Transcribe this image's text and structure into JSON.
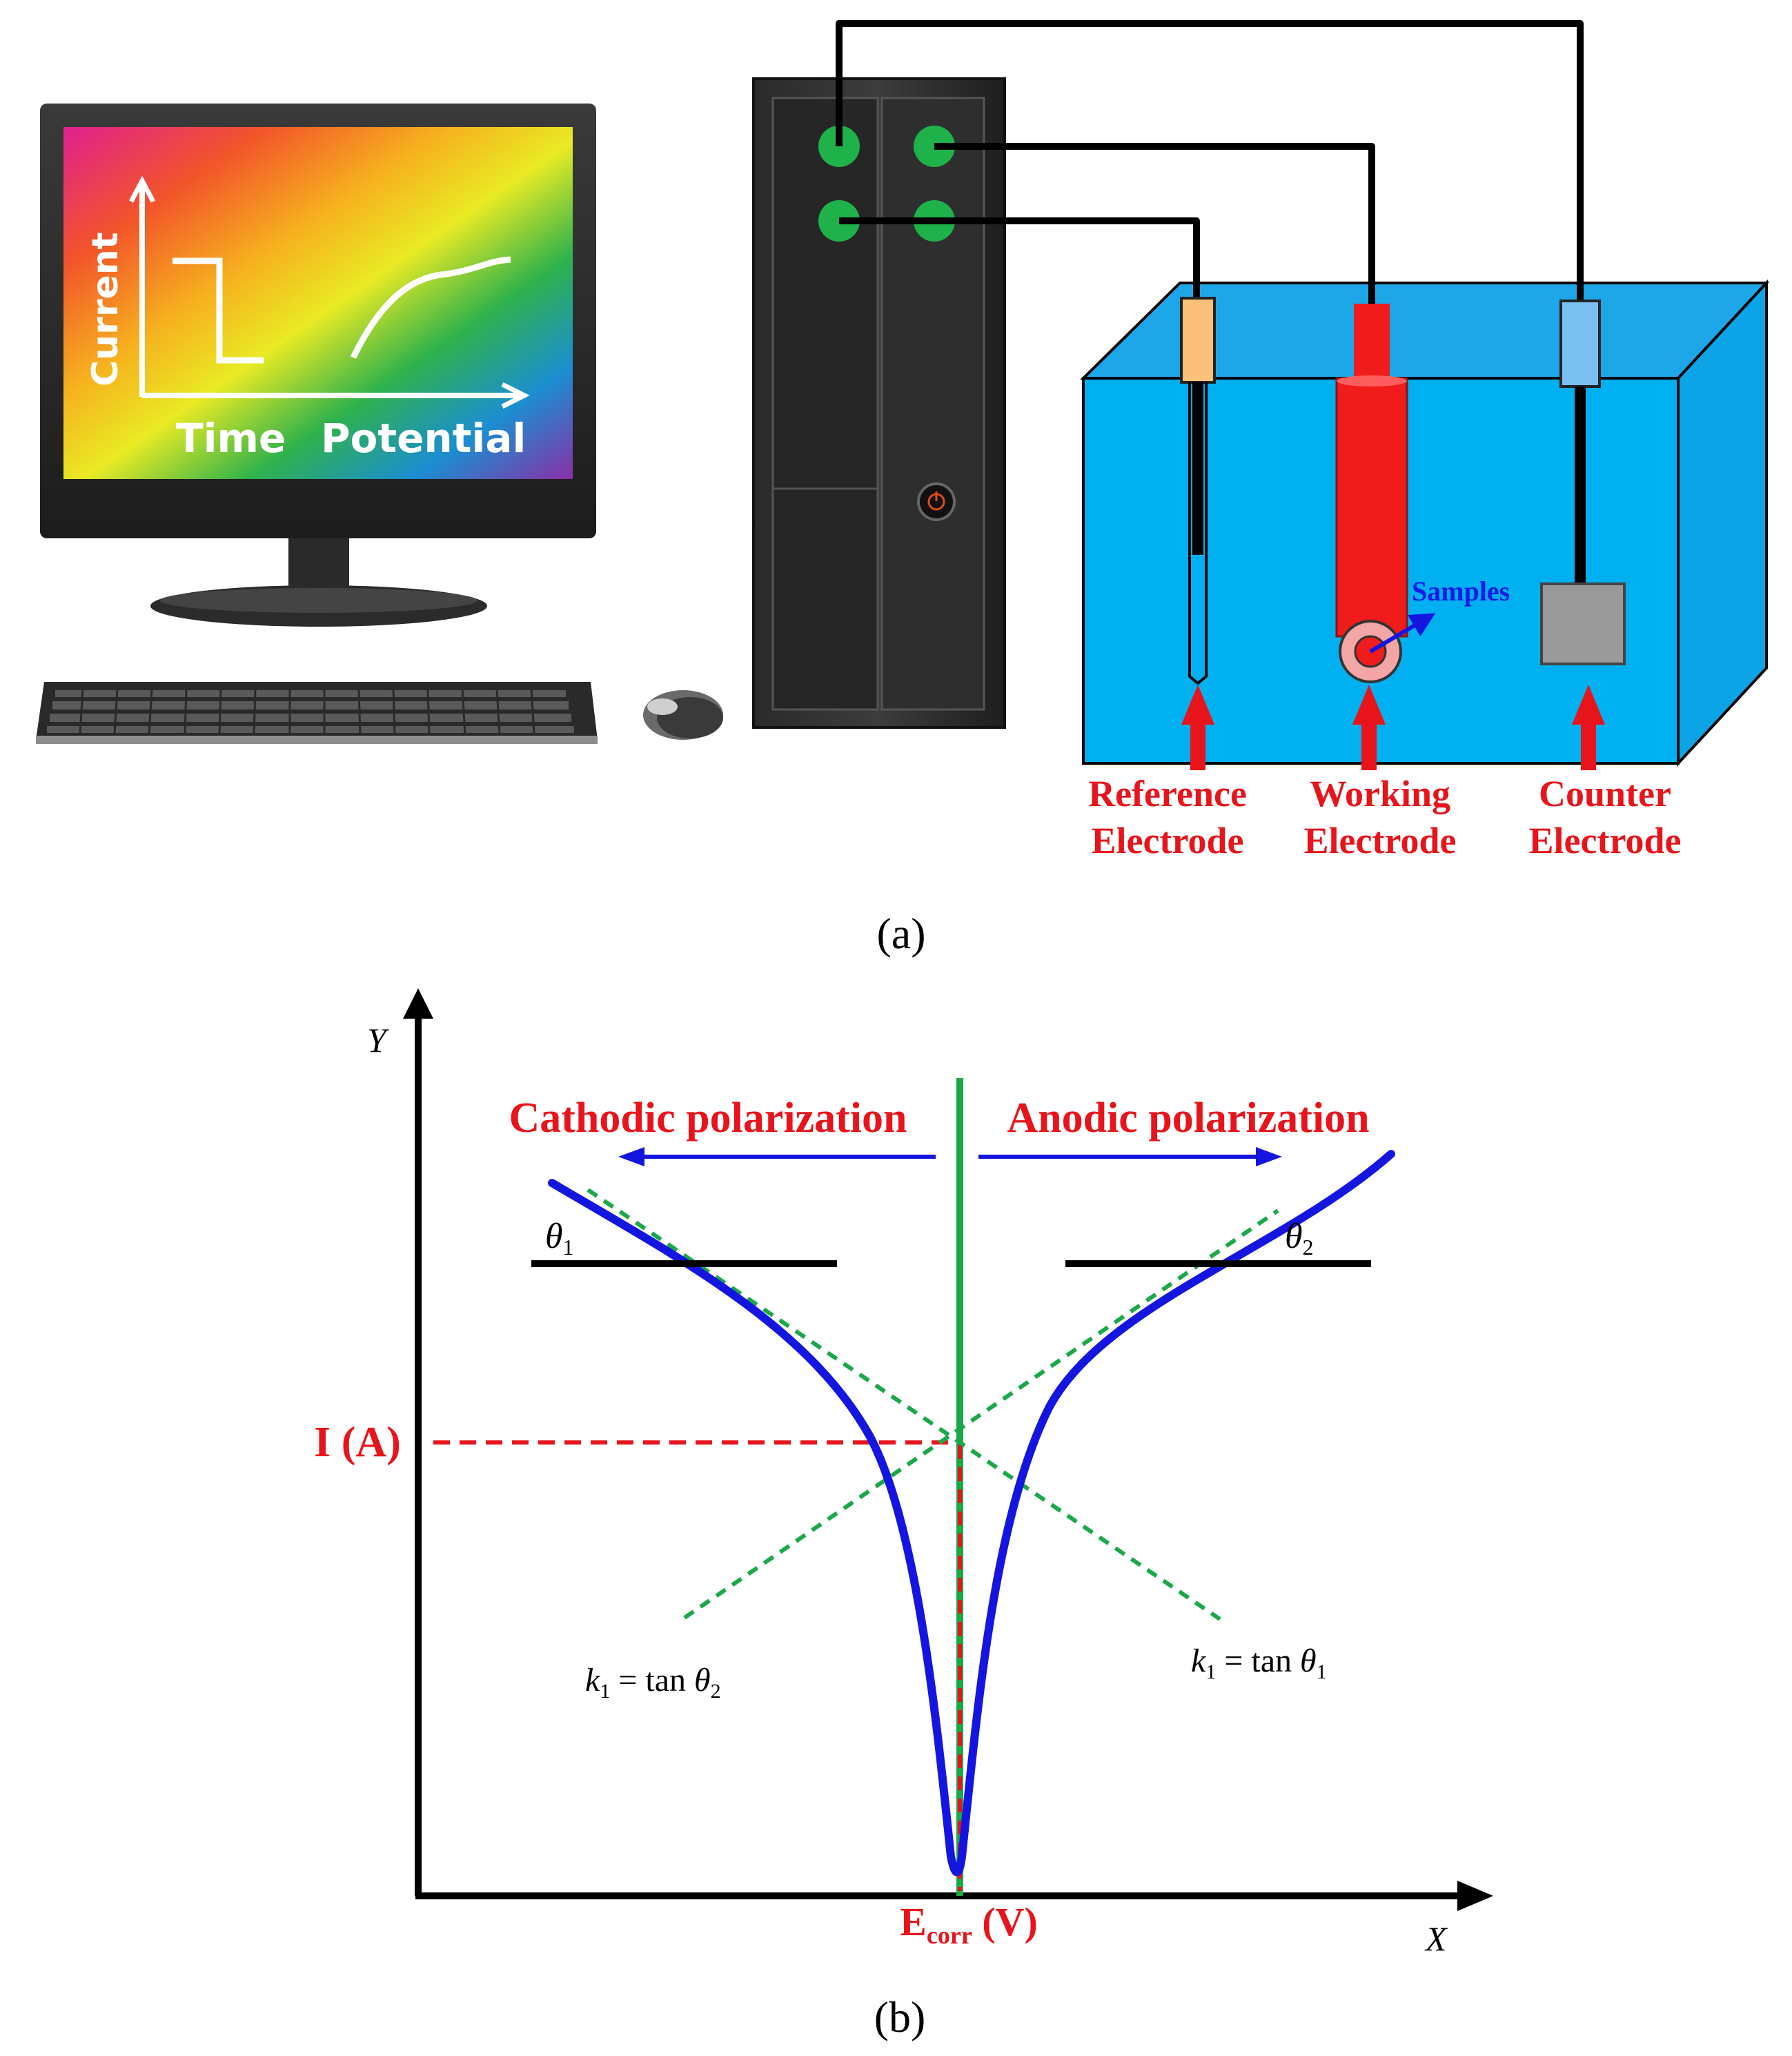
{
  "panel_a": {
    "caption": "(a)",
    "screen": {
      "y_label": "Current",
      "x_label_left": "Time",
      "x_label_right": "Potential"
    },
    "samples_label": "Samples",
    "electrodes": [
      {
        "line1": "Reference",
        "line2": "Electrode"
      },
      {
        "line1": "Working",
        "line2": "Electrode"
      },
      {
        "line1": "Counter",
        "line2": "Electrode"
      }
    ]
  },
  "panel_b": {
    "caption": "(b)",
    "axis_y": "Y",
    "axis_x": "X",
    "cathodic_label": "Cathodic polarization",
    "anodic_label": "Anodic polarization",
    "current_label": "I (A)",
    "ecorr_main": "E",
    "ecorr_sub": "corr",
    "ecorr_unit": " (V)",
    "theta_left": "θ",
    "theta_left_sub": "1",
    "theta_right": "θ",
    "theta_right_sub": "2",
    "formula_left": {
      "k": "k",
      "k_sub": "1",
      "eq": " = tan ",
      "th": "θ",
      "th_sub": "2"
    },
    "formula_right": {
      "k": "k",
      "k_sub": "1",
      "eq": " = tan ",
      "th": "θ",
      "th_sub": "1"
    }
  },
  "colors": {
    "tank": "#00b0f0",
    "tank_top": "#1ea7e8",
    "red": "#e8141b",
    "blue_curve": "#1515e0",
    "green_dash": "#1aa84a",
    "connector_green": "#1fb14a"
  }
}
